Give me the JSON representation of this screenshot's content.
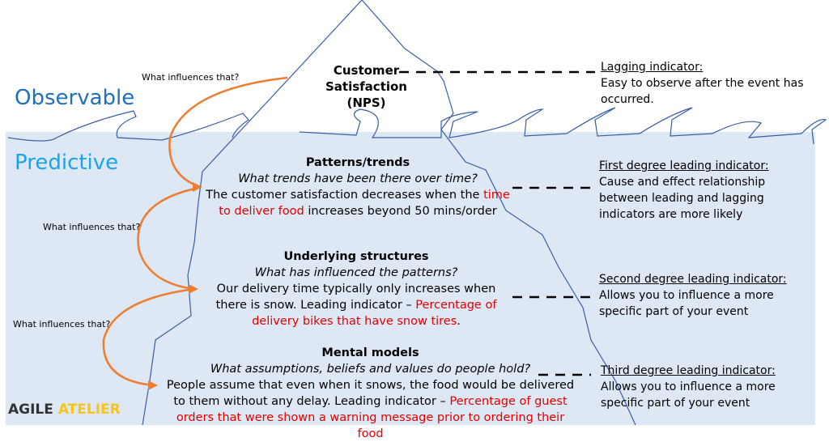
{
  "zones": {
    "observable": "Observable",
    "predictive": "Predictive"
  },
  "question": "What influences that?",
  "top": {
    "title": "Customer Satisfaction (NPS)"
  },
  "levels": [
    {
      "title": "Patterns/trends",
      "question": "What trends have been there over time?",
      "text1": "The customer satisfaction decreases when the ",
      "red1": "time to deliver food",
      "text2": " increases beyond 50 mins/order"
    },
    {
      "title": "Underlying structures",
      "question": "What has influenced the patterns?",
      "text1": "Our delivery time typically only increases when there is snow. Leading indicator – ",
      "red1": "Percentage of delivery bikes that have snow tires",
      "text2": "."
    },
    {
      "title": "Mental models",
      "question": "What assumptions, beliefs and values do people hold?",
      "text1": "People assume that even when it snows, the food would be delivered to them without any delay. Leading indicator – ",
      "red1": "Percentage of guest orders that were shown a warning message prior to ordering their food",
      "text2": ""
    }
  ],
  "indicators": [
    {
      "title": "Lagging indicator:",
      "text": "Easy to observe after the event has occurred."
    },
    {
      "title": "First degree leading indicator:",
      "text": "Cause and effect relationship between leading and lagging indicators are more likely"
    },
    {
      "title": "Second degree leading indicator:",
      "text": "Allows you to influence a more specific part of your event"
    },
    {
      "title": "Third degree leading indicator:",
      "text": "Allows you to influence a more specific part of your event"
    }
  ],
  "logo": {
    "part1": "AGILE",
    "part2": "ATELIER"
  },
  "colors": {
    "water": "#dee8f4",
    "outline": "#3a5da8",
    "arrow": "#ed7d31",
    "red": "#e00000",
    "observable": "#1f6fbf",
    "predictive": "#1aa3e8"
  }
}
